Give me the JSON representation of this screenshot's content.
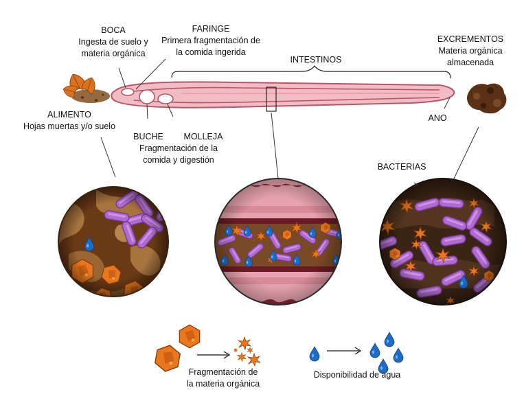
{
  "labels": {
    "boca_title": "BOCA",
    "boca_line1": "Ingesta de suelo y",
    "boca_line2": "materia orgánica",
    "faringe_title": "FARINGE",
    "faringe_line1": "Primera fragmentación de",
    "faringe_line2": "la comida ingerida",
    "intestinos_title": "INTESTINOS",
    "excrementos_title": "EXCREMENTOS",
    "excrementos_line1": "Materia orgánica",
    "excrementos_line2": "almacenada",
    "alimento_title": "ALIMENTO",
    "alimento_line1": "Hojas muertas y/o suelo",
    "buche_title": "BUCHE",
    "molleja_title": "MOLLEJA",
    "molleja_line1": "Fragmentación de la",
    "molleja_line2": "comida y digestión",
    "ano_title": "ANO",
    "bacterias_title": "BACTERIAS"
  },
  "legend": {
    "fragmentation_line1": "Fragmentación de",
    "fragmentation_line2": "la materia orgánica",
    "water_label": "Disponibilidad de agua"
  },
  "colors": {
    "worm_body": "#f2bcc4",
    "worm_outline": "#b55766",
    "soil_dark": "#4a2a12",
    "soil_light": "#8a5a2e",
    "bacteria": "#b06ad0",
    "bacteria_outline": "#7a3a9a",
    "organic_matter": "#e8781e",
    "water": "#1e6cc8",
    "leaf": "#d9731f",
    "excrement": "#5a3016"
  }
}
